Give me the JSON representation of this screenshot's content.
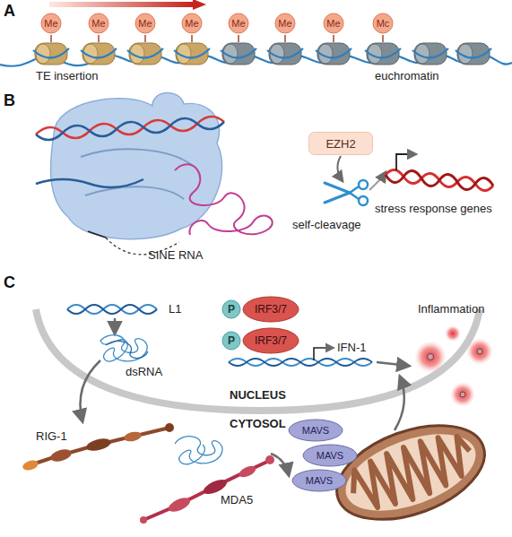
{
  "diagram": {
    "nodes": [
      {
        "text": [
          "Me"
        ]
      },
      {
        "text": [
          "Me"
        ]
      },
      {
        "text": [
          "Me"
        ]
      },
      {
        "text": [
          "Me"
        ]
      },
      {
        "text": [
          "Me"
        ]
      },
      {
        "text": [
          "Me"
        ]
      },
      {
        "text": [
          "Me"
        ]
      },
      {
        "text": [
          "Mc"
        ]
      },
      {
        "text": [
          "EZH2"
        ]
      },
      {
        "text": [
          "P"
        ]
      },
      {
        "text": [
          "IRF3/7"
        ]
      },
      {
        "text": [
          "P"
        ]
      },
      {
        "text": [
          "IRF3/7"
        ]
      },
      {
        "text": [
          "MAVS"
        ]
      },
      {
        "text": [
          "MAVS"
        ]
      },
      {
        "text": [
          "MAVS"
        ]
      }
    ],
    "labels": [
      "A",
      "TE insertion",
      "euchromatin",
      "B",
      "SINE RNA",
      "self-cleavage",
      "stress response genes",
      "C",
      "L1",
      "dsRNA",
      "IFN-1",
      "Inflammation",
      "NUCLEUS",
      "CYTOSOL",
      "RIG-1",
      "MDA5"
    ]
  }
}
